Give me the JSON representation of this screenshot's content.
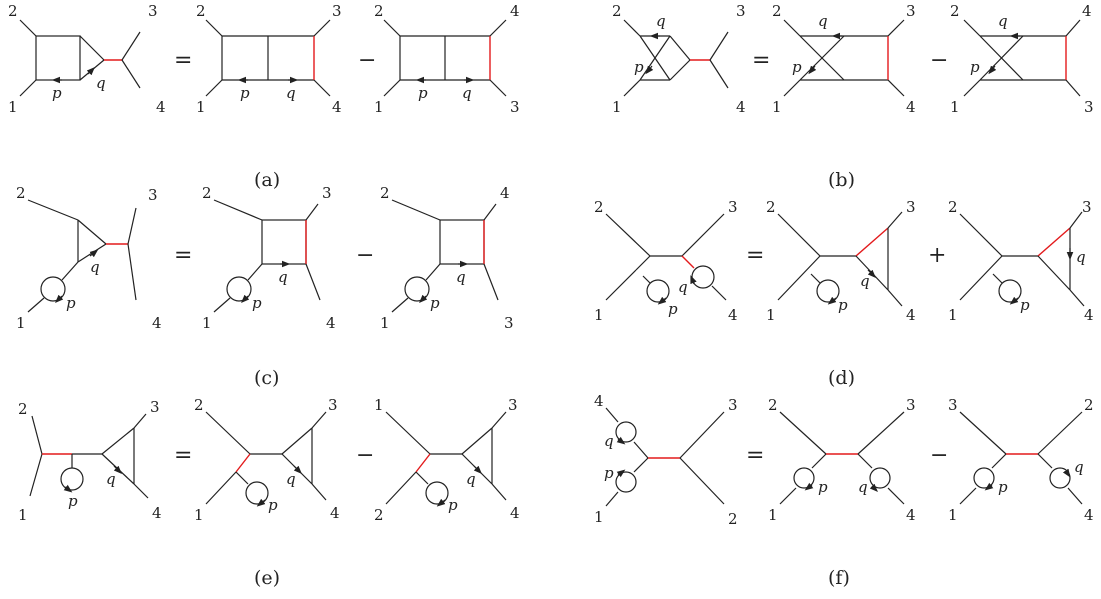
{
  "figure": {
    "captions": {
      "a": "(a)",
      "b": "(b)",
      "c": "(c)",
      "d": "(d)",
      "e": "(e)",
      "f": "(f)"
    },
    "symbols": {
      "equals": "=",
      "minus": "−",
      "plus": "+"
    },
    "momenta": {
      "p": "p",
      "q": "q"
    },
    "legs": {
      "one": "1",
      "two": "2",
      "three": "3",
      "four": "4"
    },
    "colors": {
      "line": "#222222",
      "highlight": "#e31a1c"
    }
  }
}
